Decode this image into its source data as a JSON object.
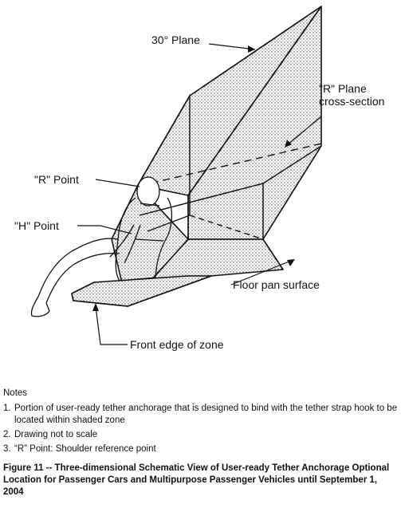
{
  "figure": {
    "labels": {
      "plane30": "30° Plane",
      "r_plane_line1": "\"R\" Plane",
      "r_plane_line2": "cross-section",
      "r_point": "\"R\" Point",
      "h_point": "\"H\" Point",
      "floor": "Floor pan surface",
      "front_edge": "Front edge of zone"
    }
  },
  "notes": {
    "heading": "Notes",
    "items": [
      {
        "num": "1.",
        "text": "Portion of user-ready tether anchorage that is designed to bind with the tether strap hook to be located within shaded zone"
      },
      {
        "num": "2.",
        "text": "Drawing not to scale"
      },
      {
        "num": "3.",
        "text": "“R” Point:  Shoulder reference point"
      }
    ]
  },
  "caption": "Figure 11 -- Three-dimensional Schematic View of User-ready Tether Anchorage Optional Location for Passenger Cars and Multipurpose Passenger Vehicles until September 1, 2004"
}
